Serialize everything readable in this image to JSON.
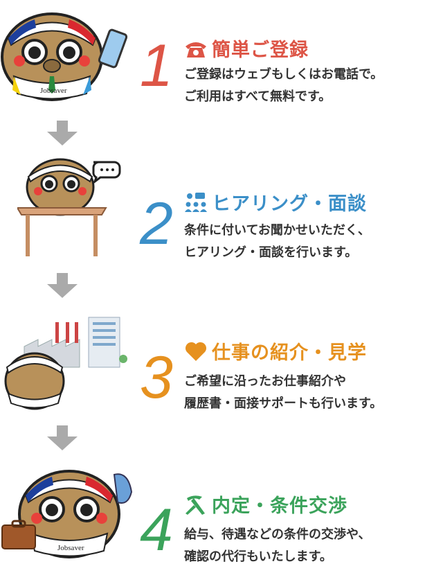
{
  "colors": {
    "step1": "#dd5546",
    "step2": "#3b8fc8",
    "step3": "#e6911f",
    "step4": "#3ba35b",
    "text": "#333333",
    "arrow": "#aaaaaa",
    "mascot": "#b8915a"
  },
  "steps": [
    {
      "number": "1",
      "icon": "telephone-icon",
      "title": "簡単ご登録",
      "lines": [
        "ご登録はウェブもしくはお電話で。",
        "ご利用はすべて無料です。"
      ]
    },
    {
      "number": "2",
      "icon": "people-chat-icon",
      "title": "ヒアリング・面談",
      "lines": [
        "条件に付いてお聞かせいただく、",
        "ヒアリング・面談を行います。"
      ]
    },
    {
      "number": "3",
      "icon": "heart-icon",
      "title": "仕事の紹介・見学",
      "lines": [
        "ご希望に沿ったお仕事紹介や",
        "履歴書・面接サポートも行います。"
      ]
    },
    {
      "number": "4",
      "icon": "pickaxe-icon",
      "title": "内定・条件交渉",
      "lines": [
        "給与、待遇などの条件の交渉や、",
        "確認の代行もいたします。"
      ]
    }
  ],
  "mascot": {
    "shirt_label": "Jobsaver"
  }
}
